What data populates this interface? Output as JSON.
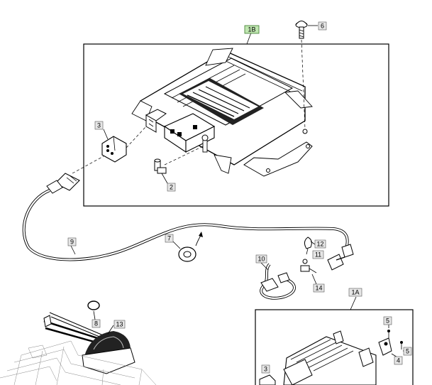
{
  "callouts": {
    "c1B": "1B",
    "c6": "6",
    "c3a": "3",
    "c2": "2",
    "c9": "9",
    "c7": "7",
    "c10": "10",
    "c11": "11",
    "c12": "12",
    "c14": "14",
    "c8": "8",
    "c13": "13",
    "c1A": "1A",
    "c5a": "5",
    "c5b": "5",
    "c4": "4",
    "c3b": "3"
  },
  "colors": {
    "highlight_callout": "#bfe6b0",
    "callout": "#e6e6e6",
    "ink": "#000000"
  }
}
